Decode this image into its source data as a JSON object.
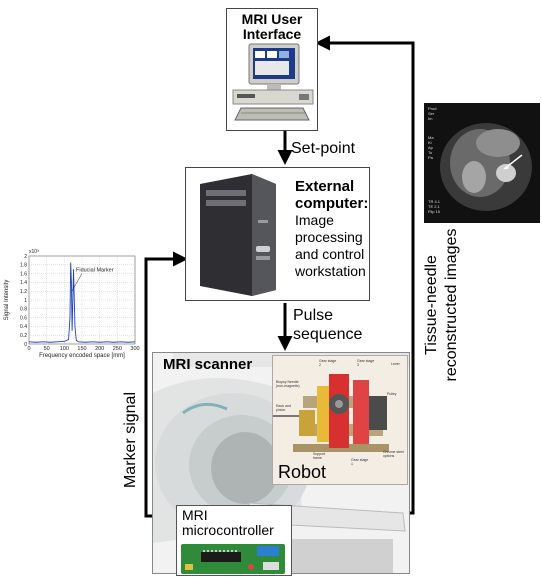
{
  "ui_box": {
    "title_line1": "MRI User",
    "title_line2": "Interface"
  },
  "labels": {
    "setpoint": "Set-point",
    "pulse_line1": "Pulse",
    "pulse_line2": "sequence",
    "marker_signal": "Marker signal",
    "tissue_line1": "Tissue-needle",
    "tissue_line2": "reconstructed images"
  },
  "computer_box": {
    "title_line1": "External",
    "title_line2": "computer:",
    "desc_line1": "Image",
    "desc_line2": "processing",
    "desc_line3": "and control",
    "desc_line4": "workstation"
  },
  "scanner_box": {
    "title": "MRI scanner"
  },
  "robot": {
    "label": "Robot",
    "callouts": [
      "Gear stage 2",
      "Gear stage 3",
      "Lever",
      "Biopsy Needle (non-magnetic)",
      "Rack and pinion",
      "Pulley",
      "Support frame",
      "Gear stage 1",
      "Chrome steel options"
    ]
  },
  "micro_box": {
    "title_line1": "MRI",
    "title_line2": "microcontroller"
  },
  "mri_image": {
    "header_lines": [
      "Prod",
      "Ser",
      "Im"
    ],
    "side_lines": [
      "Ma",
      "Kl",
      "Ap",
      "To",
      "Pa"
    ],
    "footer_lines": [
      "TR 4.1",
      "TE 2.1",
      "Flip 15"
    ]
  },
  "chart_data": {
    "type": "line",
    "title": "",
    "multiplier": "x10³",
    "xlabel": "Frequency encoded space [mm]",
    "ylabel": "Signal Intensity",
    "xlim": [
      0,
      300
    ],
    "ylim": [
      0,
      2
    ],
    "xticks": [
      0,
      50,
      100,
      150,
      200,
      250,
      300
    ],
    "yticks": [
      0,
      0.2,
      0.4,
      0.6,
      0.8,
      1,
      1.2,
      1.4,
      1.6,
      1.8,
      2
    ],
    "annotation": "Fiducial Marker",
    "grid": true,
    "series": [
      {
        "x": [
          0,
          20,
          40,
          60,
          80,
          100,
          112,
          116,
          118,
          120,
          122,
          126,
          130,
          134,
          140,
          160,
          180,
          200,
          220,
          240,
          260,
          280,
          300
        ],
        "y": [
          0.05,
          0.04,
          0.05,
          0.04,
          0.05,
          0.06,
          0.1,
          0.6,
          1.85,
          1.4,
          0.3,
          1.7,
          0.4,
          0.08,
          0.05,
          0.04,
          0.05,
          0.04,
          0.05,
          0.04,
          0.05,
          0.04,
          0.05
        ]
      }
    ]
  }
}
